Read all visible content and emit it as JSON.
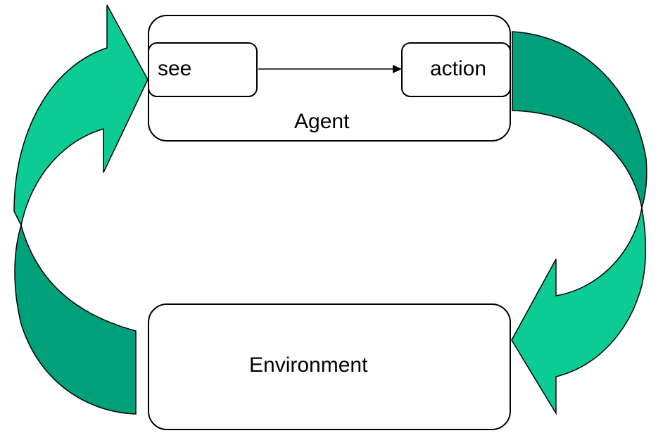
{
  "diagram": {
    "agent_label": "Agent",
    "see_label": "see",
    "action_label": "action",
    "environment_label": "Environment"
  },
  "colors": {
    "arrow_light": "#0ccb95",
    "arrow_dark": "#00a07a",
    "box_fill": "#ffffff",
    "stroke": "#000000"
  }
}
